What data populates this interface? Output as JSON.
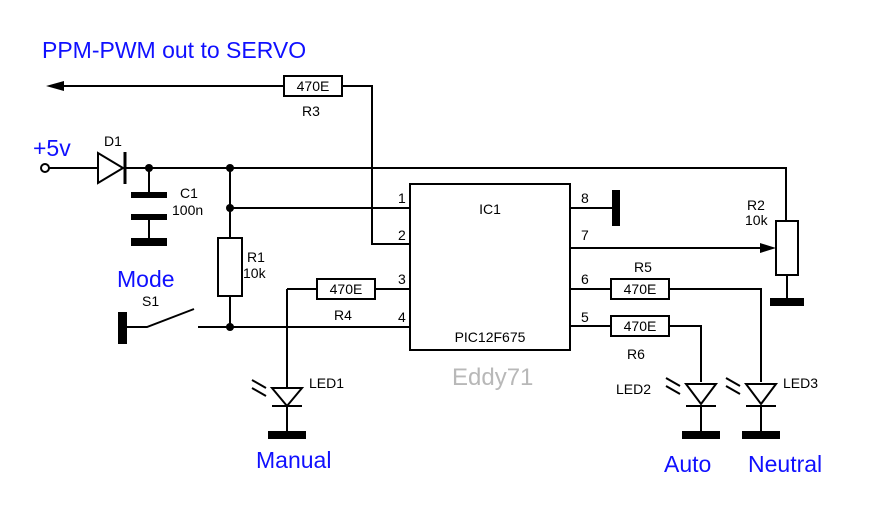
{
  "title": "PPM-PWM out to SERVO",
  "supply": "+5v",
  "ic": {
    "name": "IC1",
    "part": "PIC12F675",
    "pins": [
      "1",
      "2",
      "3",
      "4",
      "5",
      "6",
      "7",
      "8"
    ]
  },
  "watermark": "Eddy71",
  "components": {
    "d1": "D1",
    "c1": {
      "ref": "C1",
      "value": "100n"
    },
    "r1": {
      "ref": "R1",
      "value": "10k"
    },
    "r2": {
      "ref": "R2",
      "value": "10k"
    },
    "r3": {
      "ref": "R3",
      "value": "470E"
    },
    "r4": {
      "ref": "R4",
      "value": "470E"
    },
    "r5": {
      "ref": "R5",
      "value": "470E"
    },
    "r6": {
      "ref": "R6",
      "value": "470E"
    },
    "s1": "S1",
    "led1": "LED1",
    "led2": "LED2",
    "led3": "LED3"
  },
  "labels": {
    "mode": "Mode",
    "manual": "Manual",
    "auto": "Auto",
    "neutral": "Neutral"
  },
  "colors": {
    "wire": "#000000",
    "label_blue": "#1010ff",
    "watermark": "#b8b8b8"
  }
}
